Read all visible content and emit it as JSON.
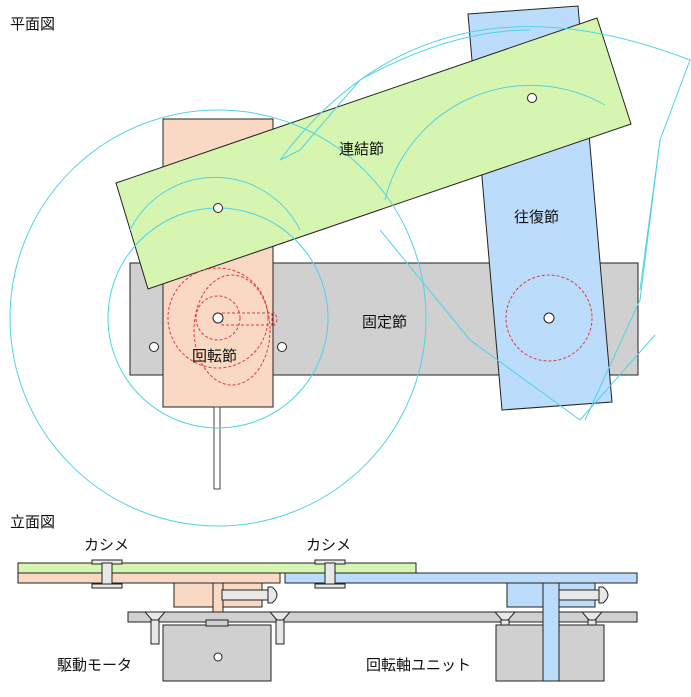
{
  "plan": {
    "heading": "平面図",
    "links": {
      "connecting": "連結節",
      "reciprocating": "往復節",
      "fixed": "固定節",
      "rotating": "回転節"
    }
  },
  "elevation": {
    "heading": "立面図",
    "rivet_left": "カシメ",
    "rivet_right": "カシメ",
    "drive_motor": "駆動モータ",
    "rotary_unit": "回転軸ユニット"
  },
  "colors": {
    "connecting_fill": "#d6f5b0",
    "reciprocating_fill": "#bcdcfb",
    "fixed_fill": "#d0d0d0",
    "rotating_fill": "#f9d9c4",
    "cyan_arc": "#4fd3e6",
    "red_circle": "#e23a3a",
    "outline": "#222222"
  }
}
